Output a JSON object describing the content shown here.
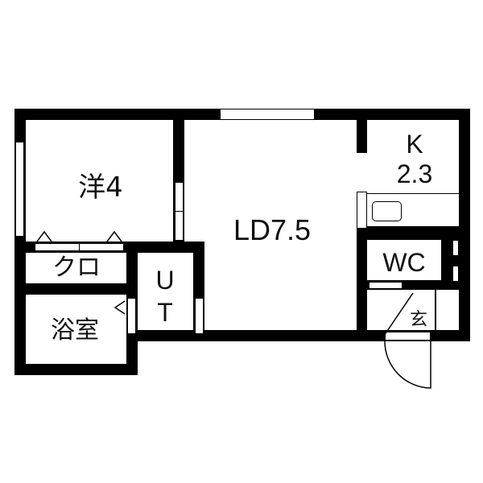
{
  "floor_plan": {
    "rooms": [
      {
        "id": "western",
        "label": "洋4"
      },
      {
        "id": "living",
        "label": "LD7.5"
      },
      {
        "id": "kitchen",
        "label_line1": "K",
        "label_line2": "2.3"
      },
      {
        "id": "closet",
        "label": "クロ"
      },
      {
        "id": "bath",
        "label": "浴室"
      },
      {
        "id": "utility",
        "label_line1": "U",
        "label_line2": "T"
      },
      {
        "id": "toilet",
        "label": "WC"
      },
      {
        "id": "entrance",
        "label": "玄"
      }
    ],
    "colors": {
      "wall": "#000000",
      "background": "#ffffff"
    }
  }
}
